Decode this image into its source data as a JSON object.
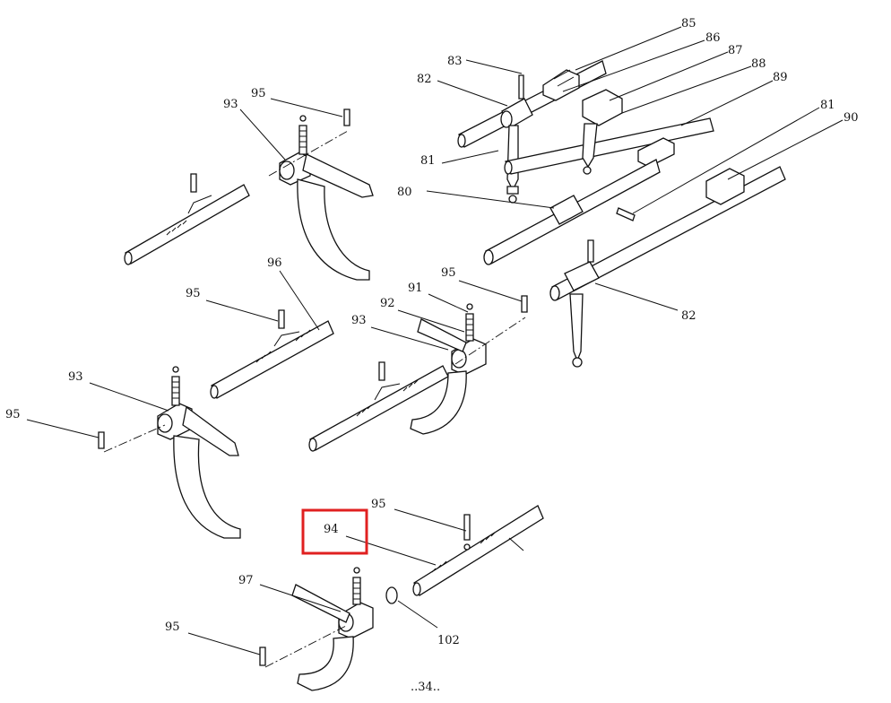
{
  "diagram": {
    "labels": [
      "80",
      "81",
      "81",
      "82",
      "82",
      "83",
      "85",
      "86",
      "87",
      "88",
      "89",
      "90",
      "91",
      "92",
      "93",
      "93",
      "93",
      "93",
      "94",
      "95",
      "95",
      "95",
      "95",
      "95",
      "95",
      "96",
      "97",
      "102"
    ],
    "highlight": {
      "label": "94",
      "color": "#e02020"
    },
    "page_number": "..34.."
  }
}
